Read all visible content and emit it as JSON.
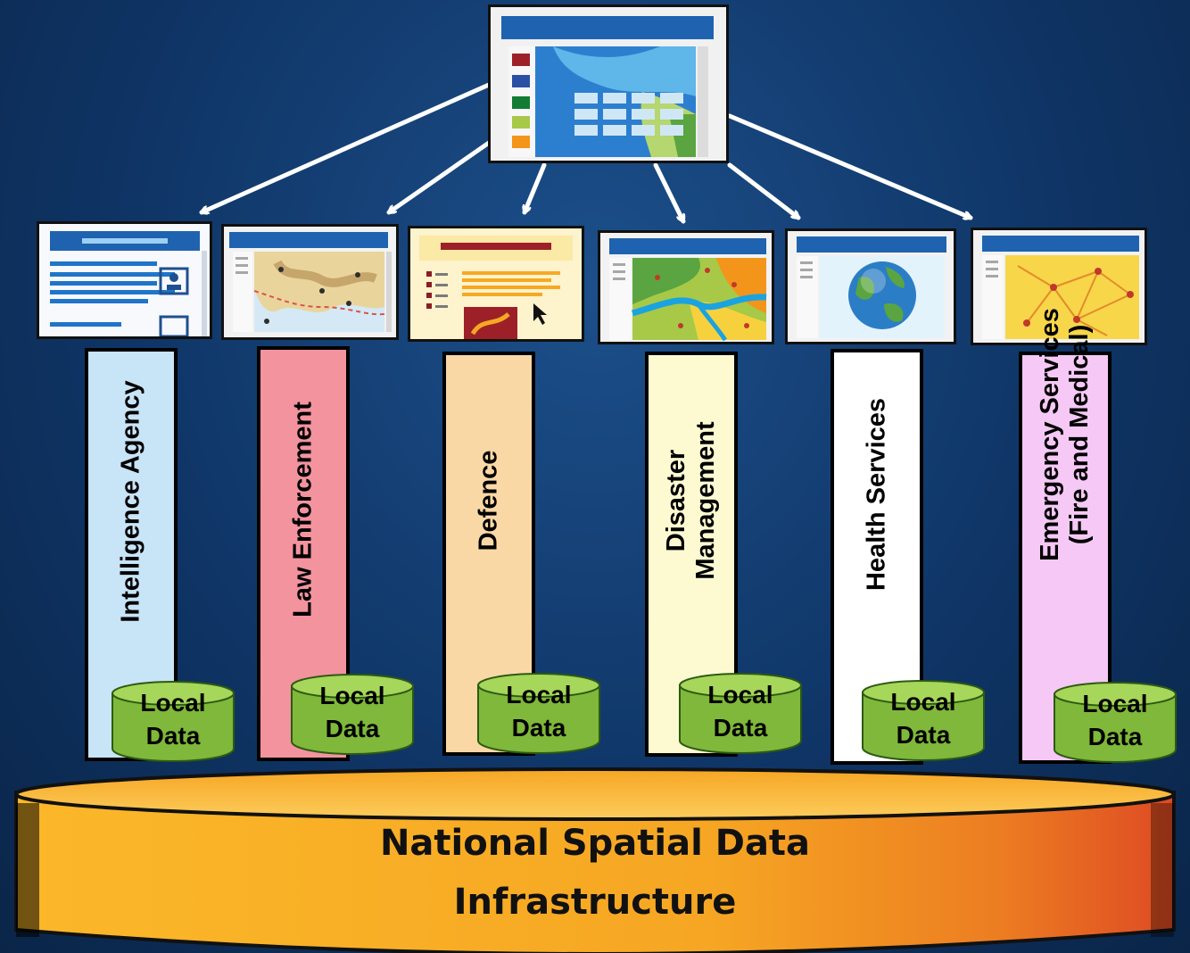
{
  "agencies": [
    {
      "label": "Intelligence Agency",
      "color": "#c8e4f7"
    },
    {
      "label": "Law Enforcement",
      "color": "#f2939e"
    },
    {
      "label": "Defence",
      "color": "#f9d8a6"
    },
    {
      "label": "Disaster\nManagement",
      "color": "#fdfad1"
    },
    {
      "label": "Health Services",
      "color": "#ffffff"
    },
    {
      "label": "Emergency Services\n(Fire and Medical)",
      "color": "#f5c8f5"
    }
  ],
  "local_data_label": "Local\nData",
  "base_label": {
    "line1": "National Spatial Data",
    "line2": "Infrastructure"
  },
  "colors": {
    "background": "#123c6e",
    "cylinder_green": "#8bc53f",
    "base_orange": "#f7a823",
    "arrow": "#ffffff"
  },
  "icons": [
    "central-web-map-app-icon",
    "intelligence-document-icon",
    "law-enforcement-map-icon",
    "defence-document-icon",
    "disaster-map-icon",
    "health-globe-icon",
    "emergency-network-map-icon"
  ]
}
